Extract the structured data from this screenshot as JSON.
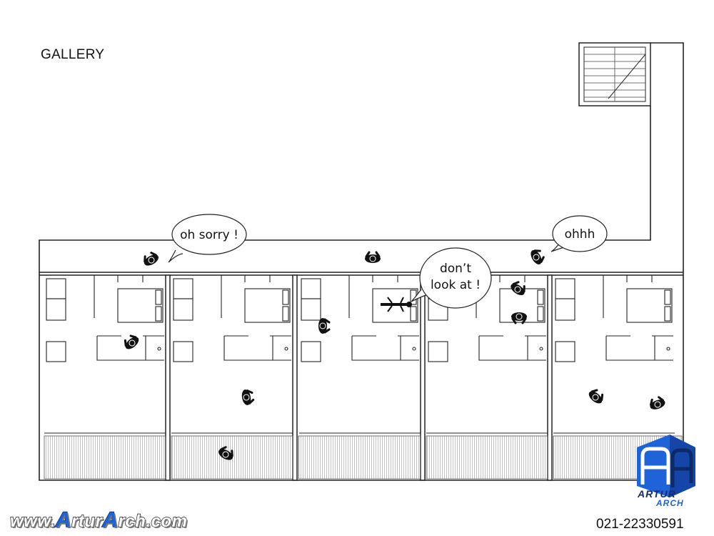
{
  "plan": {
    "area_label": "GALLERY",
    "room_count": 5
  },
  "bubbles": [
    {
      "text": "oh sorry !"
    },
    {
      "text": "ohhh"
    },
    {
      "line1": "don’t",
      "line2": "look at !"
    }
  ],
  "branding": {
    "website_prefix": "www.",
    "website_a1": "A",
    "website_mid": "rtur",
    "website_a2": "A",
    "website_suffix": "rch.com",
    "logo_name": "ARTUR",
    "logo_sub": "ARCH",
    "phone": "021-22330591",
    "colors": {
      "brand_blue": "#1e63d8",
      "brand_navy": "#1a2a6c"
    }
  },
  "icons": [
    "person-topview-icon",
    "bed-icon",
    "staircase-icon",
    "artur-arch-logo-icon"
  ]
}
